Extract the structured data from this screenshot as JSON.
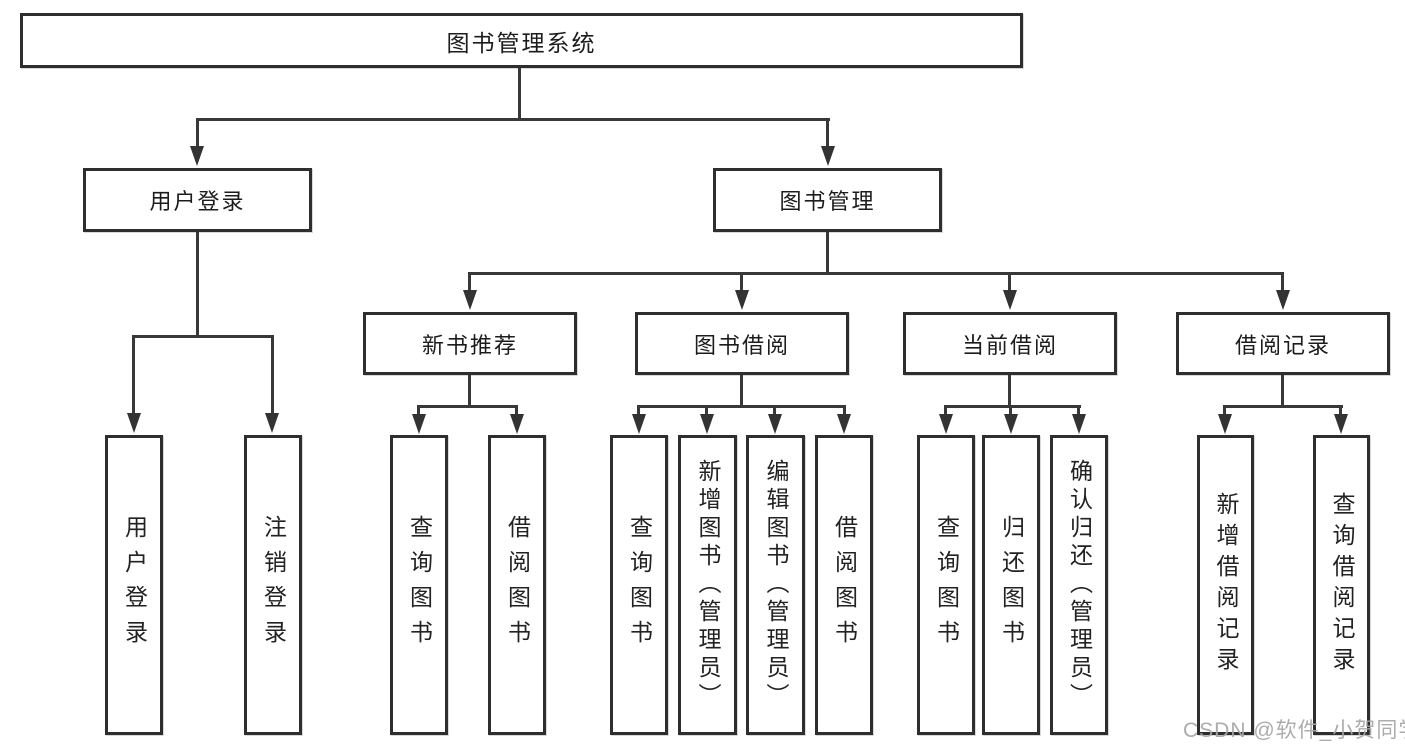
{
  "tree": {
    "root": "图书管理系统",
    "branches": [
      {
        "label": "用户登录",
        "leaves": [
          "用户登录",
          "注销登录"
        ]
      },
      {
        "label": "图书管理",
        "children": [
          {
            "label": "新书推荐",
            "leaves": [
              "查询图书",
              "借阅图书"
            ]
          },
          {
            "label": "图书借阅",
            "leaves": [
              "查询图书",
              "新增图书（管理员）",
              "编辑图书（管理员）",
              "借阅图书"
            ]
          },
          {
            "label": "当前借阅",
            "leaves": [
              "查询图书",
              "归还图书",
              "确认归还（管理员）"
            ]
          },
          {
            "label": "借阅记录",
            "leaves": [
              "新增借阅记录",
              "查询借阅记录"
            ]
          }
        ]
      }
    ]
  },
  "watermark": "CSDN @软件_小贺同学",
  "colors": {
    "line": "#383838",
    "box_border": "#2e2e2e",
    "text": "#1c1c1c",
    "watermark": "#a8a8a8",
    "background": "#ffffff"
  }
}
